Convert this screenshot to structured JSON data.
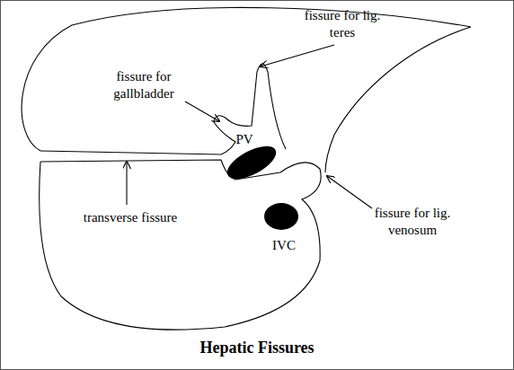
{
  "diagram": {
    "caption": "Hepatic Fissures",
    "labels": [
      "fissure for lig. teres",
      "fissure for gallbladder",
      "PV",
      "transverse fissure",
      "fissure for lig. venosum",
      "IVC"
    ]
  }
}
